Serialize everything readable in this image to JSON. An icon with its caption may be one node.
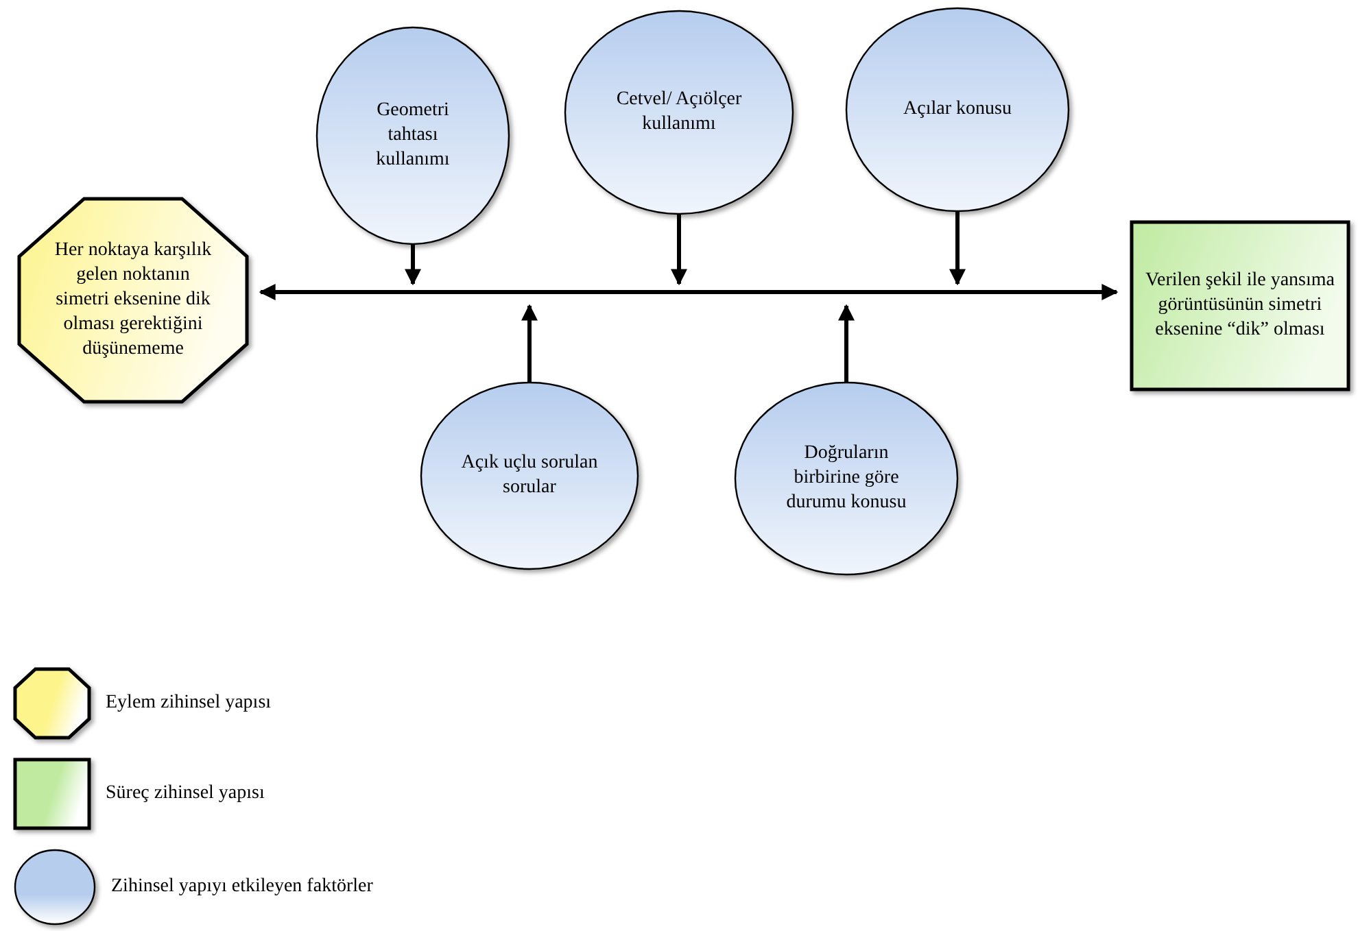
{
  "diagram": {
    "nodes": [
      {
        "text": [
          "Geometri tahtası kullanımı"
        ]
      },
      {
        "text": [
          "Cetvel/ Açıölçer kullanımı"
        ]
      },
      {
        "text": [
          "Açılar konusu"
        ]
      },
      {
        "text": [
          "Her noktaya karşılık gelen noktanın simetri eksenine dik olması gerektiğini düşünememe"
        ]
      },
      {
        "text": [
          "Verilen şekil ile yansıma görüntüsünün simetri eksenine “dik” olması"
        ]
      },
      {
        "text": [
          "Açık uçlu sorulan sorular"
        ]
      },
      {
        "text": [
          "Doğruların birbirine göre durumu konusu"
        ]
      }
    ],
    "edges": [
      {
        "from": 3,
        "to": 4,
        "arrow": "both"
      },
      {
        "from": 0,
        "to": null,
        "arrow": "to"
      },
      {
        "from": 1,
        "to": null,
        "arrow": "to"
      },
      {
        "from": 2,
        "to": null,
        "arrow": "to"
      },
      {
        "from": 5,
        "to": null,
        "arrow": "to"
      },
      {
        "from": 6,
        "to": null,
        "arrow": "to"
      }
    ],
    "legend": [
      {
        "text": "Eylem zihinsel yapısı",
        "color": "#fdf48c"
      },
      {
        "text": "Süreç zihinsel yapısı",
        "color": "#bfeaa0"
      },
      {
        "text": "Zihinsel yapıyı etkileyen faktörler",
        "color": "#b6cdee"
      }
    ]
  }
}
